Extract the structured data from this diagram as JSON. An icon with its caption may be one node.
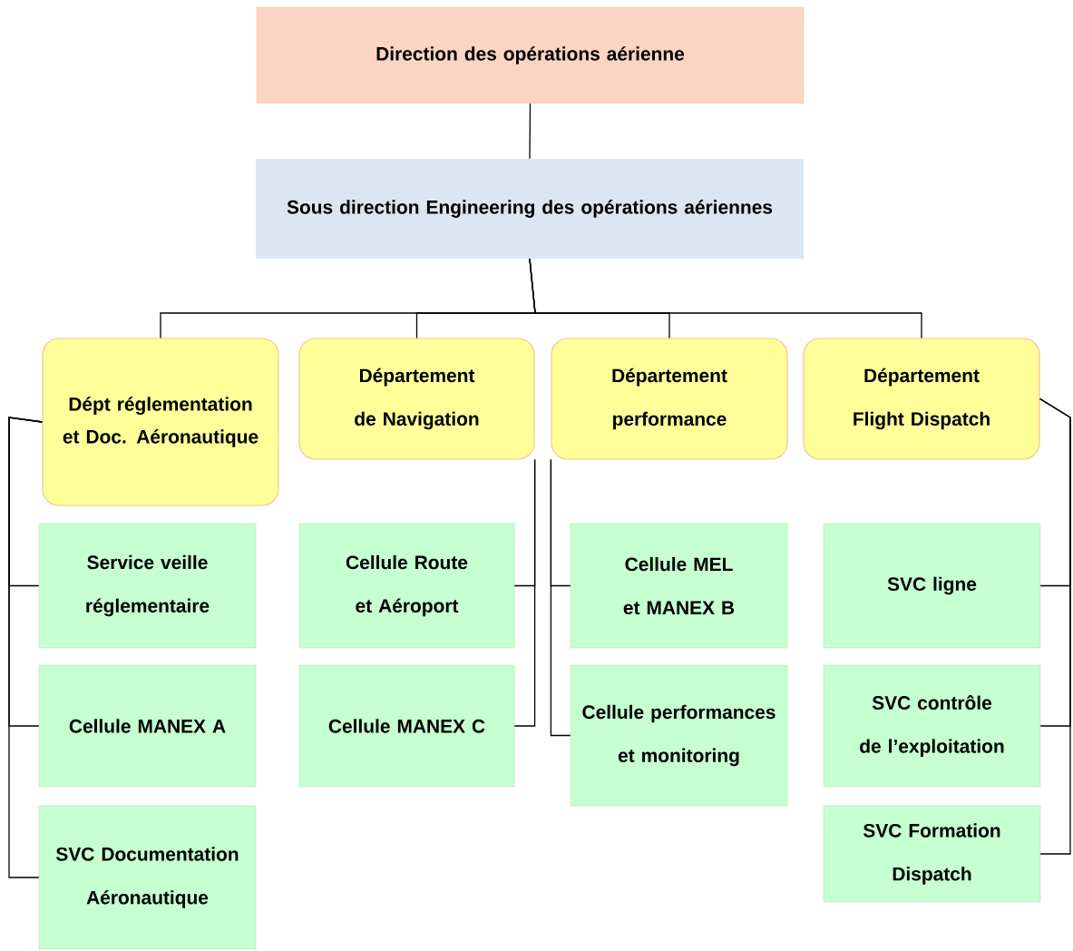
{
  "diagram": {
    "nodes": [
      {
        "text": [
          "Direction des opérations aérienne"
        ]
      },
      {
        "text": [
          "Sous direction Engineering des opérations aériennes"
        ]
      },
      {
        "text": [
          "Dépt réglementation et Doc. Aéronautique"
        ]
      },
      {
        "text": [
          "Département de Navigation"
        ]
      },
      {
        "text": [
          "Département performance"
        ]
      },
      {
        "text": [
          "Département Flight Dispatch"
        ]
      },
      {
        "text": [
          "Service veille réglementaire"
        ]
      },
      {
        "text": [
          "Cellule MANEX A"
        ]
      },
      {
        "text": [
          "SVC Documentation Aéronautique"
        ]
      },
      {
        "text": [
          "Cellule Route et Aéroport"
        ]
      },
      {
        "text": [
          "Cellule MANEX C"
        ]
      },
      {
        "text": [
          "Cellule MEL et MANEX B"
        ]
      },
      {
        "text": [
          "Cellule performances et monitoring"
        ]
      },
      {
        "text": [
          "SVC ligne"
        ]
      },
      {
        "text": [
          "SVC contrôle de l’exploitation"
        ]
      },
      {
        "text": [
          "SVC Formation Dispatch"
        ]
      }
    ],
    "edges": [
      {
        "from": 0,
        "to": 1,
        "arrow": "none"
      },
      {
        "from": 1,
        "to": 2,
        "arrow": "none"
      },
      {
        "from": 1,
        "to": 3,
        "arrow": "none"
      },
      {
        "from": 1,
        "to": 4,
        "arrow": "none"
      },
      {
        "from": 1,
        "to": 5,
        "arrow": "none"
      },
      {
        "from": 2,
        "to": 6,
        "arrow": "none"
      },
      {
        "from": 2,
        "to": 7,
        "arrow": "none"
      },
      {
        "from": 2,
        "to": 8,
        "arrow": "none"
      },
      {
        "from": 3,
        "to": 9,
        "arrow": "none"
      },
      {
        "from": 3,
        "to": 10,
        "arrow": "none"
      },
      {
        "from": 4,
        "to": 11,
        "arrow": "none"
      },
      {
        "from": 4,
        "to": 12,
        "arrow": "none"
      },
      {
        "from": 5,
        "to": 13,
        "arrow": "none"
      },
      {
        "from": 5,
        "to": 14,
        "arrow": "none"
      },
      {
        "from": 5,
        "to": 15,
        "arrow": "none"
      }
    ]
  }
}
